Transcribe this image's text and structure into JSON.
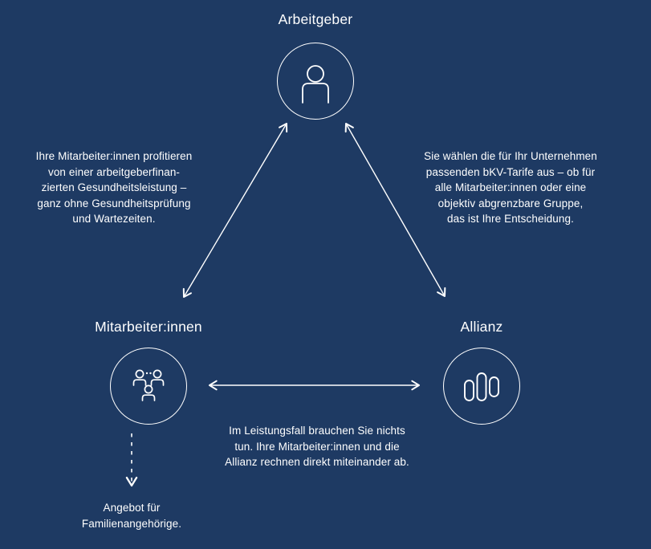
{
  "theme": {
    "background": "#1e3a63",
    "foreground": "#ffffff"
  },
  "diagram": {
    "nodes": [
      {
        "id": "arbeitgeber",
        "label": "Arbeitgeber",
        "icon": "person-icon"
      },
      {
        "id": "mitarbeiter-innen",
        "label": "Mitarbeiter:innen",
        "icon": "people-group-icon"
      },
      {
        "id": "allianz",
        "label": "Allianz",
        "icon": "allianz-logo-bars-icon"
      }
    ],
    "edges": [
      {
        "from": "arbeitgeber",
        "to": "mitarbeiter-innen",
        "style": "double-arrow",
        "label": "Ihre Mitarbeiter:innen profitieren\nvon einer arbeitgeberfinan-\nzierten Gesundheitsleistung –\nganz ohne Gesundheitsprüfung\nund Wartezeiten."
      },
      {
        "from": "arbeitgeber",
        "to": "allianz",
        "style": "double-arrow",
        "label": "Sie wählen die für Ihr Unternehmen\npassenden bKV-Tarife aus – ob für\nalle Mitarbeiter:innen oder eine\nobjektiv abgrenzbare Gruppe,\ndas ist Ihre Entscheidung."
      },
      {
        "from": "mitarbeiter-innen",
        "to": "allianz",
        "style": "double-arrow",
        "label": "Im Leistungsfall brauchen Sie nichts\ntun. Ihre Mitarbeiter:innen und die\nAllianz rechnen direkt miteinander ab."
      },
      {
        "from": "mitarbeiter-innen",
        "to": "familienangebot",
        "style": "dashed-arrow",
        "label": "Angebot für\nFamilienangehörige."
      }
    ]
  }
}
